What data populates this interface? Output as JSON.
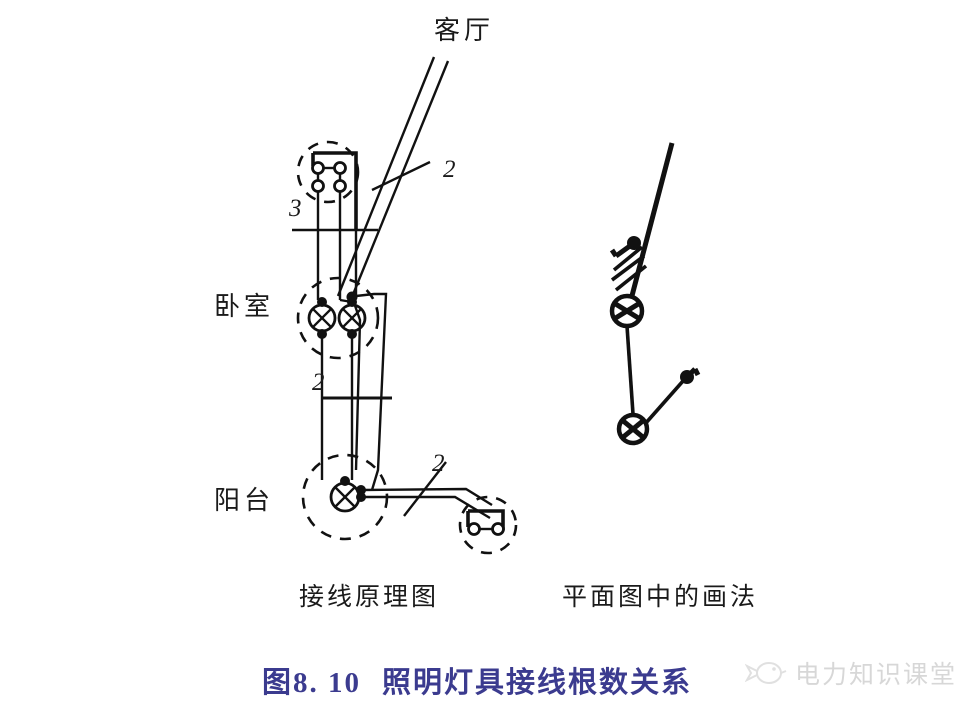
{
  "figure": {
    "number": "图8. 10",
    "title": "照明灯具接线根数关系",
    "caption_color": "#3b3b8f",
    "line_color": "#111111",
    "background": "#ffffff"
  },
  "panels": [
    {
      "id": "schematic",
      "caption": "接线原理图"
    },
    {
      "id": "plan",
      "caption": "平面图中的画法"
    }
  ],
  "room_labels": [
    {
      "name": "living-room",
      "text": "客厅"
    },
    {
      "name": "bedroom",
      "text": "卧室"
    },
    {
      "name": "balcony",
      "text": "阳台"
    }
  ],
  "wire_counts": [
    {
      "name": "living-room-feed",
      "value": "2"
    },
    {
      "name": "switch-to-lamp",
      "value": "3"
    },
    {
      "name": "bedroom-to-balcony",
      "value": "2"
    },
    {
      "name": "balcony-switch",
      "value": "2"
    }
  ],
  "symbols": {
    "lamp": "lamp-circle-x",
    "switch_two_gang": "two-gang-switch-4-terminal",
    "switch_one_gang": "one-gang-switch-2-terminal",
    "junction": "junction-dot",
    "dashed_circle": "device-highlight-circle",
    "tick": "wire-count-tick"
  },
  "plan_view": {
    "lamp_count": 2,
    "switch_count": 2,
    "hash_marks": "3"
  },
  "watermark": {
    "text": "电力知识课堂",
    "icon": "bird-logo-icon"
  }
}
